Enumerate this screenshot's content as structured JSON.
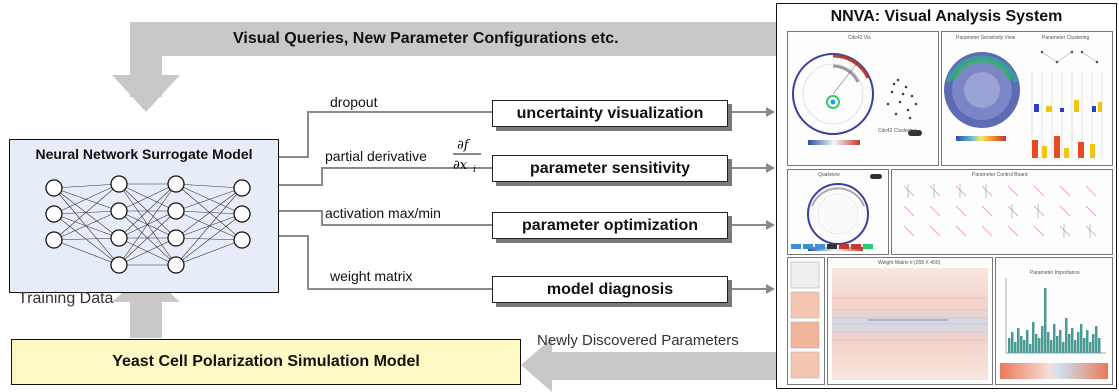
{
  "top_arrow_label": "Visual Queries, New Parameter Configurations etc.",
  "nn_model": {
    "title": "Neural Network Surrogate Model"
  },
  "training_label": "Training Data",
  "simulation_model": "Yeast Cell Polarization Simulation Model",
  "new_params_label": "Newly Discovered Parameters",
  "branches": [
    {
      "edge": "dropout",
      "task": "uncertainty visualization"
    },
    {
      "edge": "partial derivative",
      "task": "parameter sensitivity"
    },
    {
      "edge": "activation max/min",
      "task": "parameter optimization"
    },
    {
      "edge": "weight matrix",
      "task": "model diagnosis"
    }
  ],
  "nnva": {
    "title": "NNVA: Visual Analysis System",
    "panel1": {
      "left_title": "Cdc42 Vis",
      "mid_title": "Parameter Sensitivity View",
      "right_title": "Parameter Clustering",
      "toggle_label": "Cdc42 Clustering"
    },
    "panel2": {
      "left_title": "Qualiview",
      "right_title": "Parameter Control Board"
    },
    "panel3": {
      "mid_title": "Weight Matrix # (268 X 400)",
      "right_title": "Parameter Importance"
    }
  },
  "colors": {
    "nn_fill": "#e6ecf8",
    "sim_fill": "#fdf8c4",
    "arrow_gray": "#c8c8c8",
    "edge_gray": "#8a8a8a"
  }
}
